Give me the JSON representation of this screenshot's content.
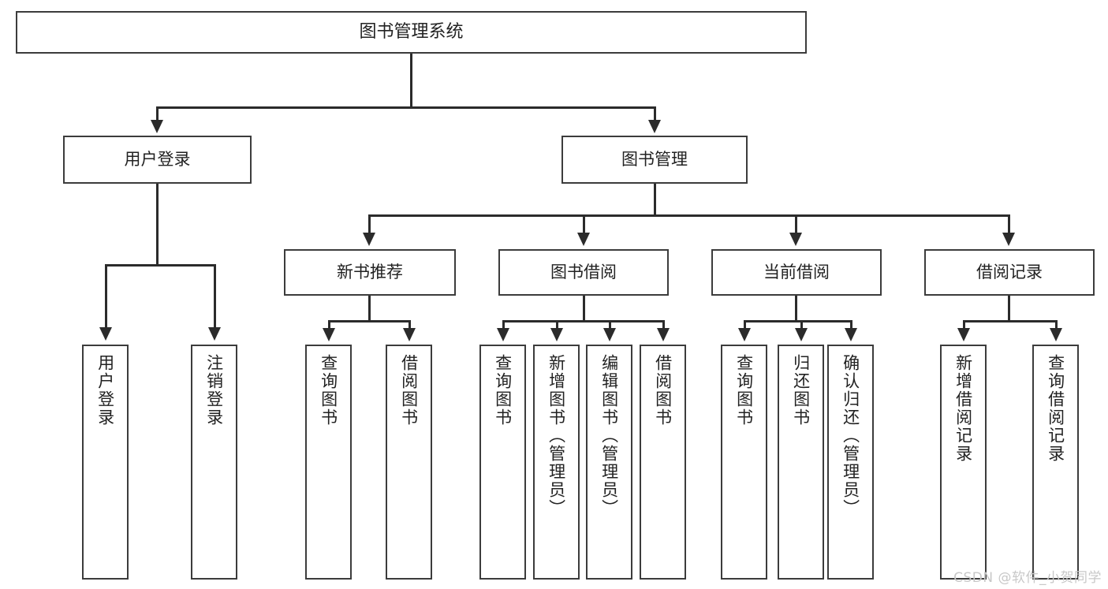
{
  "diagram": {
    "title": "图书管理系统",
    "watermark": "CSDN @软件_小贺同学",
    "colors": {
      "box_border": "#3c3c3c",
      "edge": "#2b2b2b",
      "text": "#222222",
      "background": "#ffffff",
      "watermark": "#c8c8c8"
    },
    "levels": {
      "root": "图书管理系统",
      "level2": [
        "用户登录",
        "图书管理"
      ],
      "level3": [
        "新书推荐",
        "图书借阅",
        "当前借阅",
        "借阅记录"
      ]
    },
    "nodes": {
      "root": {
        "label": "图书管理系统"
      },
      "user_login": {
        "label": "用户登录"
      },
      "book_manage": {
        "label": "图书管理"
      },
      "new_book_rec": {
        "label": "新书推荐"
      },
      "book_borrow": {
        "label": "图书借阅"
      },
      "current_borrow": {
        "label": "当前借阅"
      },
      "borrow_record": {
        "label": "借阅记录"
      },
      "leaf_user_login": {
        "label": "用户登录"
      },
      "leaf_logout": {
        "label": "注销登录"
      },
      "leaf_query_book_1": {
        "label": "查询图书"
      },
      "leaf_borrow_book_1": {
        "label": "借阅图书"
      },
      "leaf_query_book_2": {
        "label": "查询图书"
      },
      "leaf_add_book": {
        "label": "新增图书（管理员）"
      },
      "leaf_edit_book": {
        "label": "编辑图书（管理员）"
      },
      "leaf_borrow_book_2": {
        "label": "借阅图书"
      },
      "leaf_query_book_3": {
        "label": "查询图书"
      },
      "leaf_return_book": {
        "label": "归还图书"
      },
      "leaf_confirm_return": {
        "label": "确认归还（管理员）"
      },
      "leaf_add_record": {
        "label": "新增借阅记录"
      },
      "leaf_query_record": {
        "label": "查询借阅记录"
      }
    }
  }
}
